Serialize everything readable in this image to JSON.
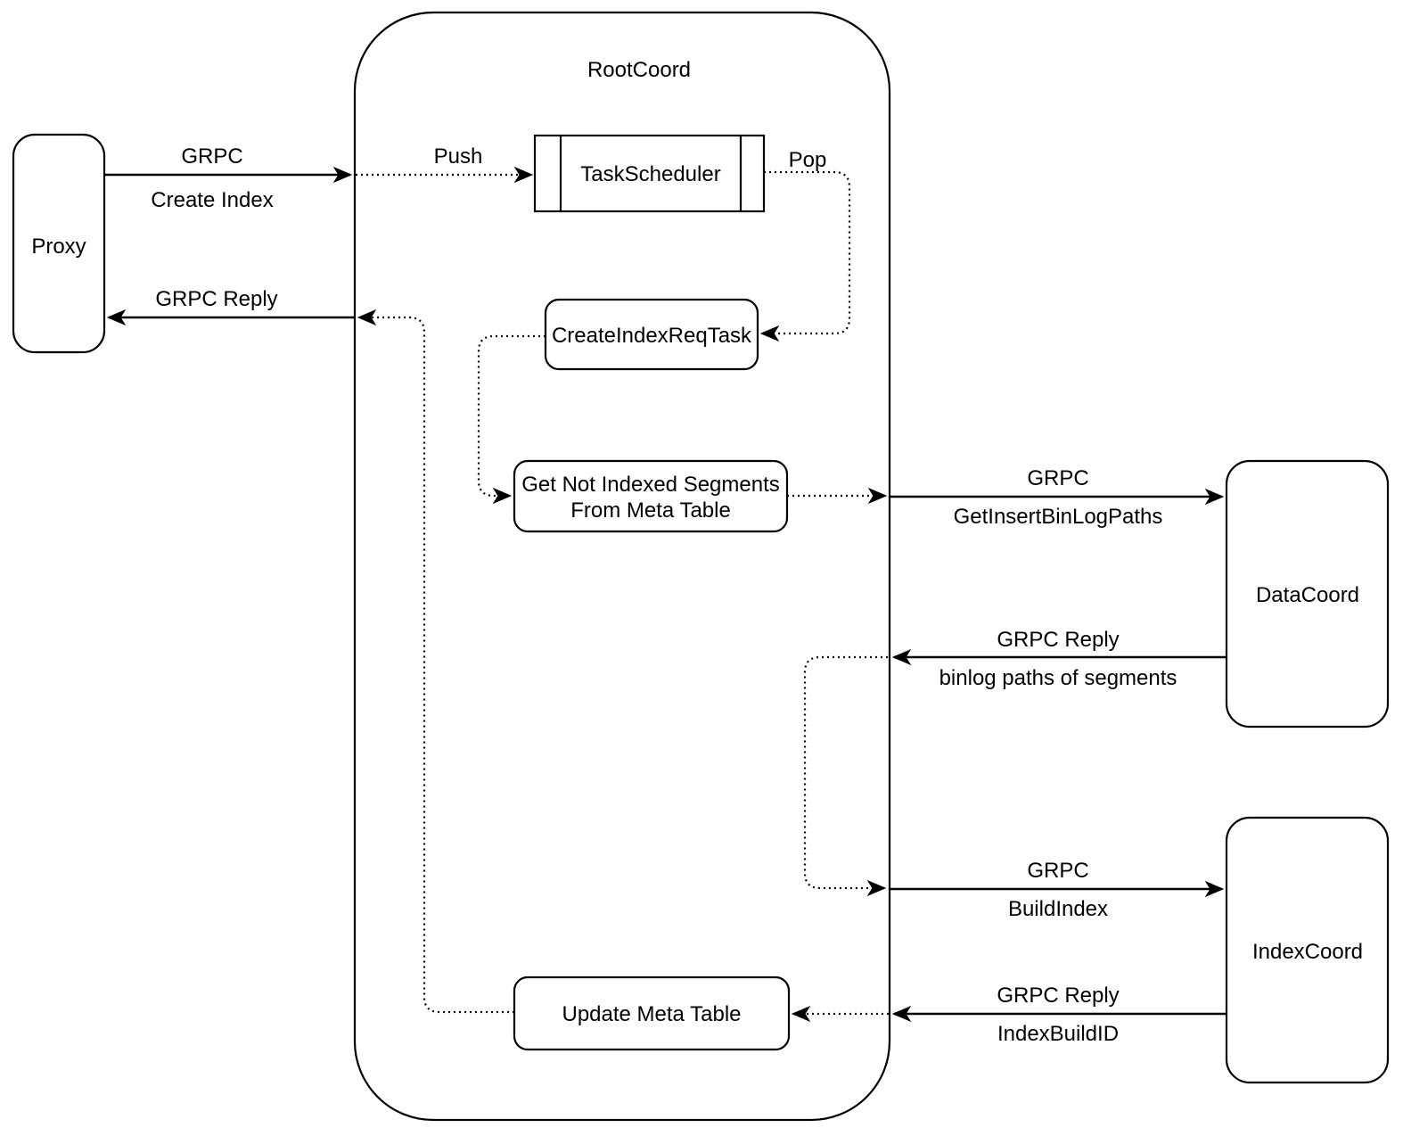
{
  "page": {
    "background": "#ffffff",
    "stroke_color": "#000000"
  },
  "diagram": {
    "container": {
      "label": "RootCoord"
    },
    "nodes": {
      "proxy": {
        "label": "Proxy"
      },
      "task_scheduler": {
        "label": "TaskScheduler"
      },
      "create_index_req_task": {
        "label": "CreateIndexReqTask"
      },
      "get_not_indexed_segments": {
        "label_line1": "Get Not Indexed Segments",
        "label_line2": "From Meta Table"
      },
      "update_meta_table": {
        "label": "Update Meta Table"
      },
      "data_coord": {
        "label": "DataCoord"
      },
      "index_coord": {
        "label": "IndexCoord"
      }
    },
    "edges": {
      "create_index": {
        "protocol": "GRPC",
        "message": "Create Index"
      },
      "push": {
        "label": "Push"
      },
      "pop": {
        "label": "Pop"
      },
      "reply_to_proxy": {
        "label": "GRPC Reply"
      },
      "get_insert_bin_log_paths": {
        "protocol": "GRPC",
        "message": "GetInsertBinLogPaths"
      },
      "binlog_paths_reply": {
        "protocol": "GRPC Reply",
        "message": "binlog paths of segments"
      },
      "build_index": {
        "protocol": "GRPC",
        "message": "BuildIndex"
      },
      "index_build_id_reply": {
        "protocol": "GRPC Reply",
        "message": "IndexBuildID"
      }
    }
  }
}
